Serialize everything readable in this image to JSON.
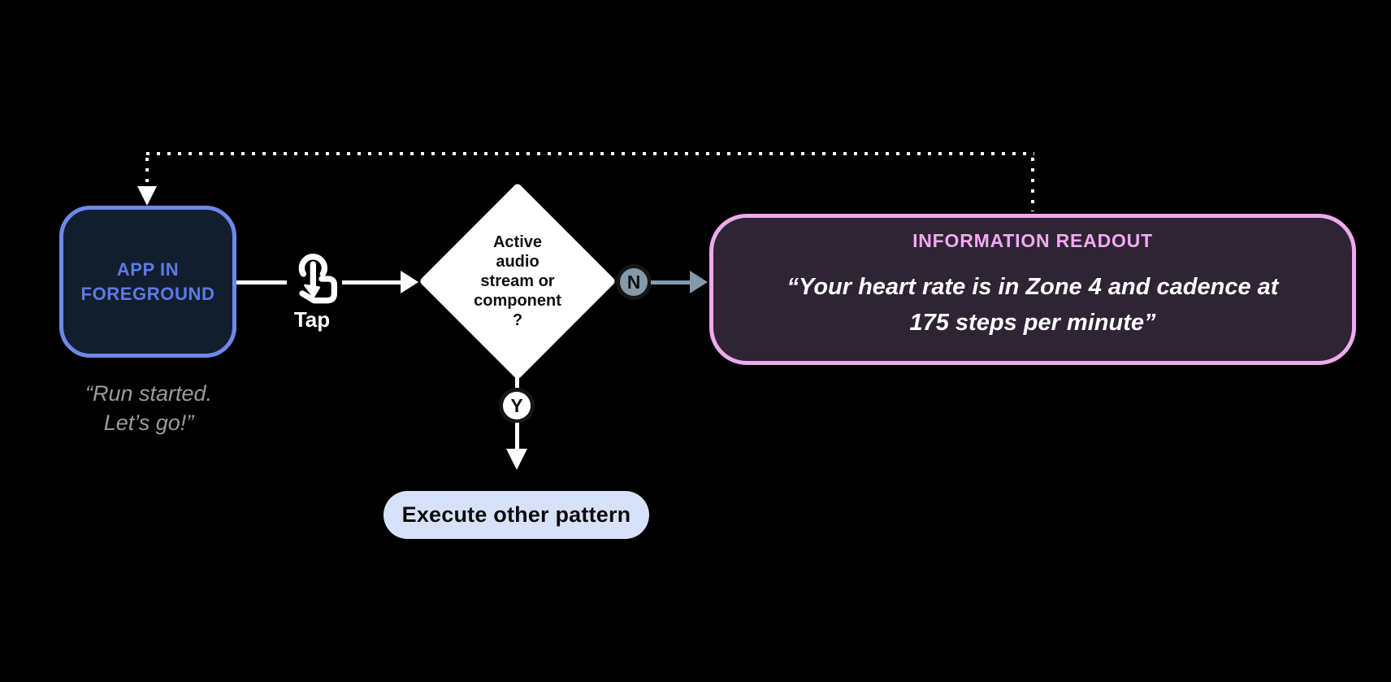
{
  "colors": {
    "background": "#000000",
    "app_box_border": "#6e89ea",
    "app_box_fill": "#121e2e",
    "app_box_text": "#5d7ae6",
    "caption_text": "#9b9b9b",
    "connector_white": "#ffffff",
    "no_branch_gray": "#8599a9",
    "badge_ring": "#161616",
    "readout_border": "#eeaaee",
    "readout_fill": "#2e2433",
    "readout_title": "#f1aaf1",
    "readout_quote": "#ffffff",
    "decision_fill": "#ffffff",
    "decision_text": "#111111",
    "pill_fill": "#d7e2fa",
    "pill_text": "#0d0d0d"
  },
  "nodes": {
    "app_state": {
      "label": "APP IN\nFOREGROUND",
      "caption": "“Run started.\nLet’s go!”"
    },
    "tap": {
      "label": "Tap"
    },
    "decision": {
      "question": "Active\naudio\nstream or\ncomponent\n?"
    },
    "branches": {
      "no": "N",
      "yes": "Y"
    },
    "readout": {
      "title": "INFORMATION READOUT",
      "quote": "“Your heart rate is in Zone 4 and cadence at\n175 steps per minute”"
    },
    "fallback": {
      "label": "Execute other pattern"
    }
  }
}
